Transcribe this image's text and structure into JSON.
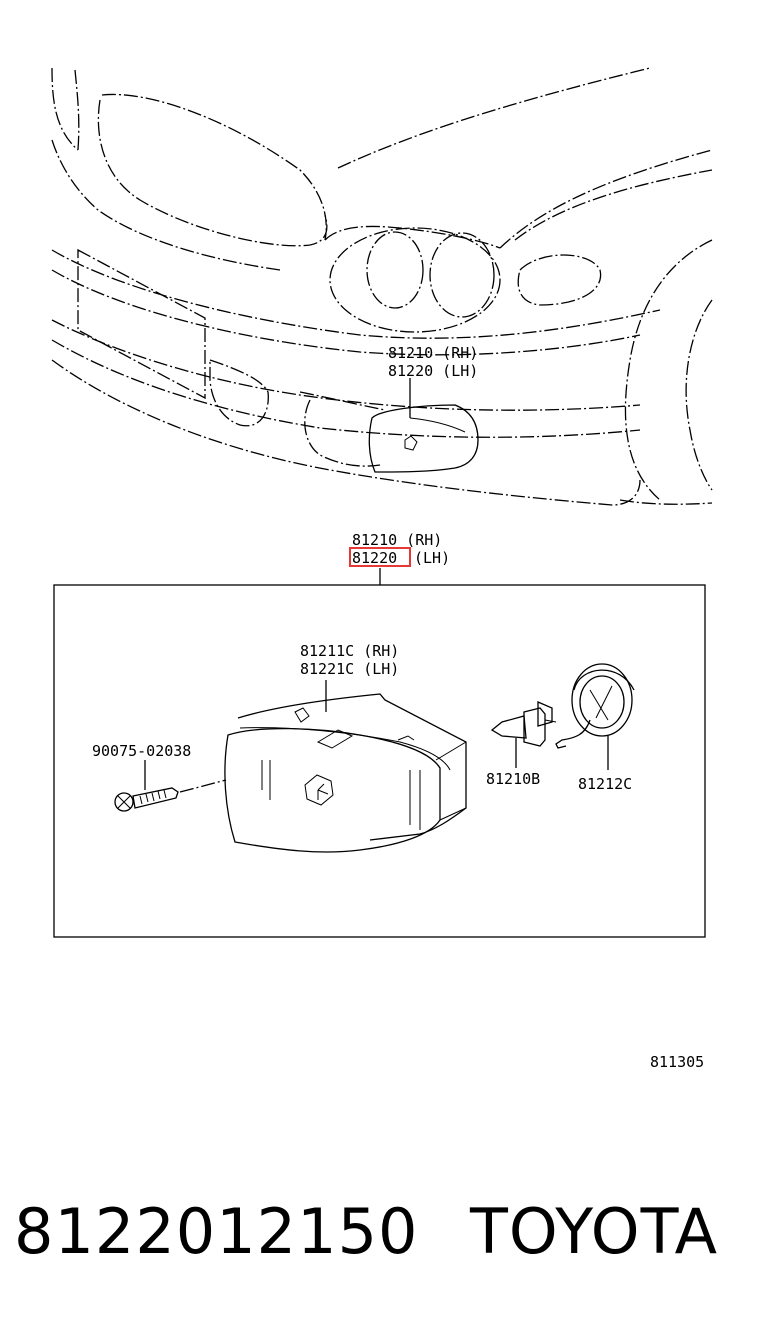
{
  "callouts": {
    "car_rh": "81210 (RH)",
    "car_lh": "81220 (LH)",
    "assembly_rh": "81210 (RH)",
    "assembly_lh_code": "81220",
    "assembly_lh_suffix": "(LH)",
    "lens_rh": "81211C (RH)",
    "lens_lh": "81221C (LH)",
    "screw": "90075-02038",
    "bulb": "81210B",
    "socket": "81212C"
  },
  "diagram_id": "811305",
  "footer": {
    "part_number": "8122012150",
    "brand": "TOYOTA"
  },
  "colors": {
    "line": "#000000",
    "highlight": "#e53935",
    "background": "#ffffff"
  }
}
